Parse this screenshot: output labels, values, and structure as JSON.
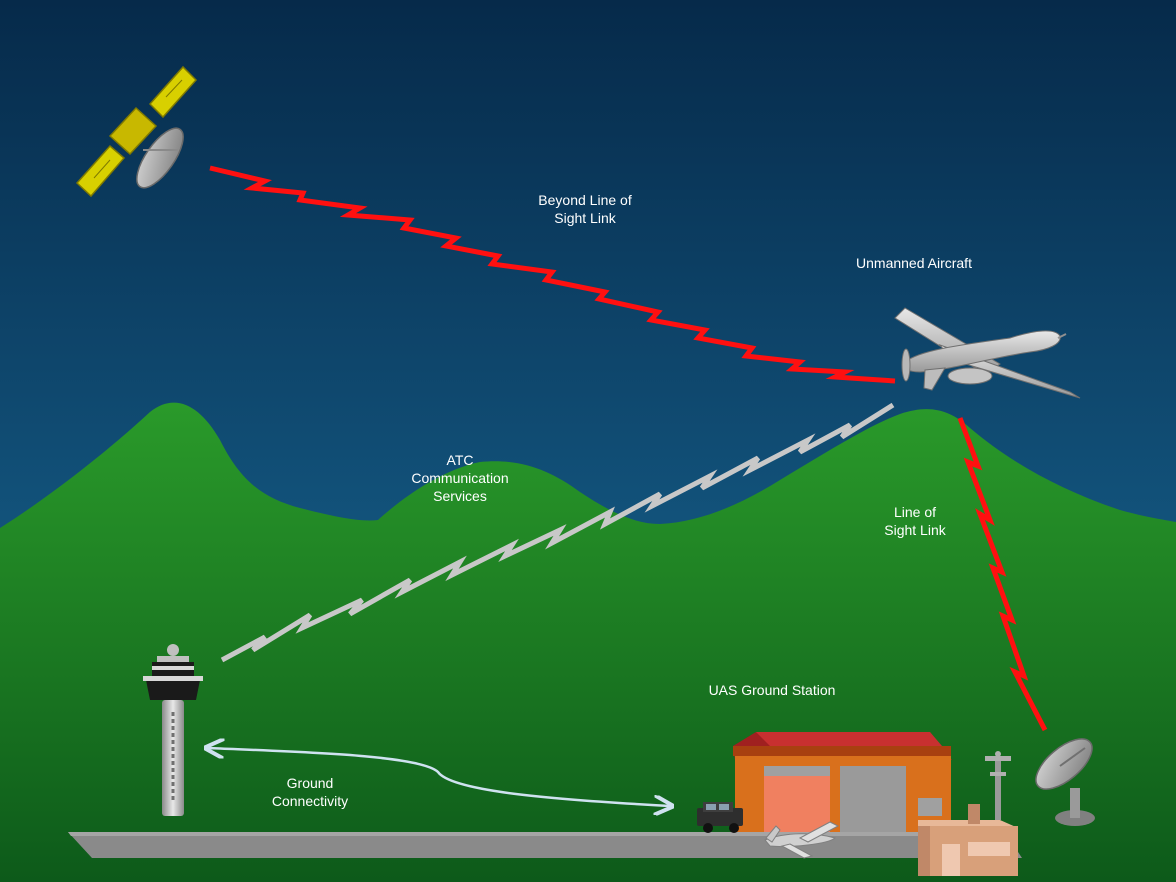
{
  "labels": {
    "blos": [
      "Beyond Line of",
      "Sight Link"
    ],
    "aircraft": "Unmanned Aircraft",
    "atc": [
      "ATC",
      "Communication",
      "Services"
    ],
    "los": [
      "Line of",
      "Sight Link"
    ],
    "ground_station": "UAS Ground Station",
    "ground_connectivity": [
      "Ground",
      "Connectivity"
    ]
  },
  "colors": {
    "sky_top": "#062a4a",
    "sky_bottom": "#1a6e9c",
    "mountain_top": "#2a9a2a",
    "mountain_bottom": "#0d5a1a",
    "link_blos": "#ff1010",
    "link_los": "#ff1010",
    "link_atc": "#c8c8c8",
    "runway": "#8a8a8a",
    "arrow": "#cfe2f0"
  },
  "icons": [
    "satellite-icon",
    "uav-icon",
    "control-tower-icon",
    "hangar-icon",
    "satellite-dish-icon",
    "weather-mast-icon",
    "humvee-icon",
    "parked-uav-icon"
  ]
}
